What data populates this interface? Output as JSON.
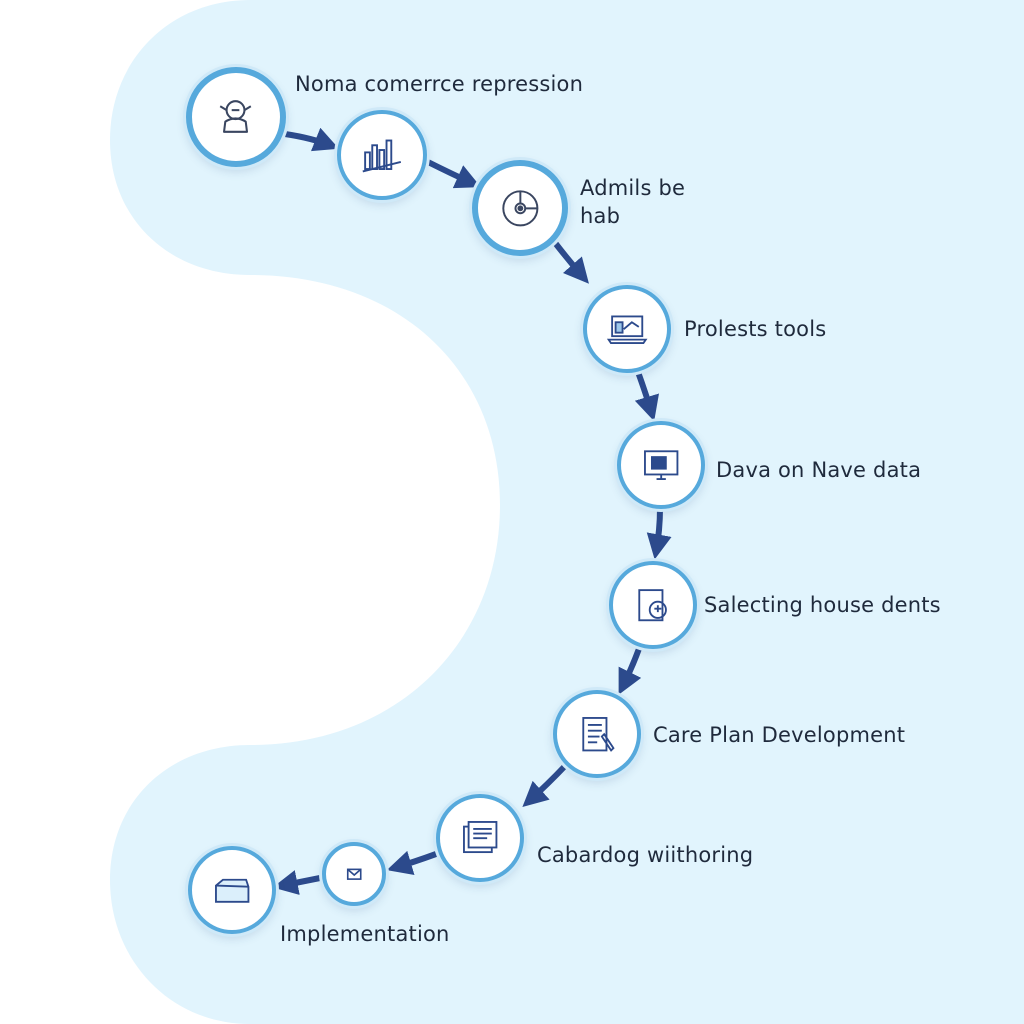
{
  "steps": [
    {
      "label": "Noma comerrce repression",
      "icon": "robot-icon"
    },
    {
      "label_line1": "Admils be",
      "label_line2": "hab",
      "icon": "bar-chart-icon"
    },
    {
      "label": "Prolests tools",
      "icon": "pie-chart-icon"
    },
    {
      "label": "Dava on Nave data",
      "icon": "laptop-icon"
    },
    {
      "label": "Salecting house dents",
      "icon": "monitor-icon"
    },
    {
      "label": "Care Plan Development",
      "icon": "tablet-search-icon"
    },
    {
      "label": "Cabardog wiithoring",
      "icon": "document-pen-icon"
    },
    {
      "icon": "document-stack-icon"
    },
    {
      "icon": "envelope-icon"
    },
    {
      "label": "Implementation",
      "icon": "box-icon"
    }
  ],
  "colors": {
    "background_blob": "#e1f4fd",
    "node_ring": "#56a9dc",
    "arrow": "#2c4a8c",
    "text": "#1f2a3c"
  }
}
